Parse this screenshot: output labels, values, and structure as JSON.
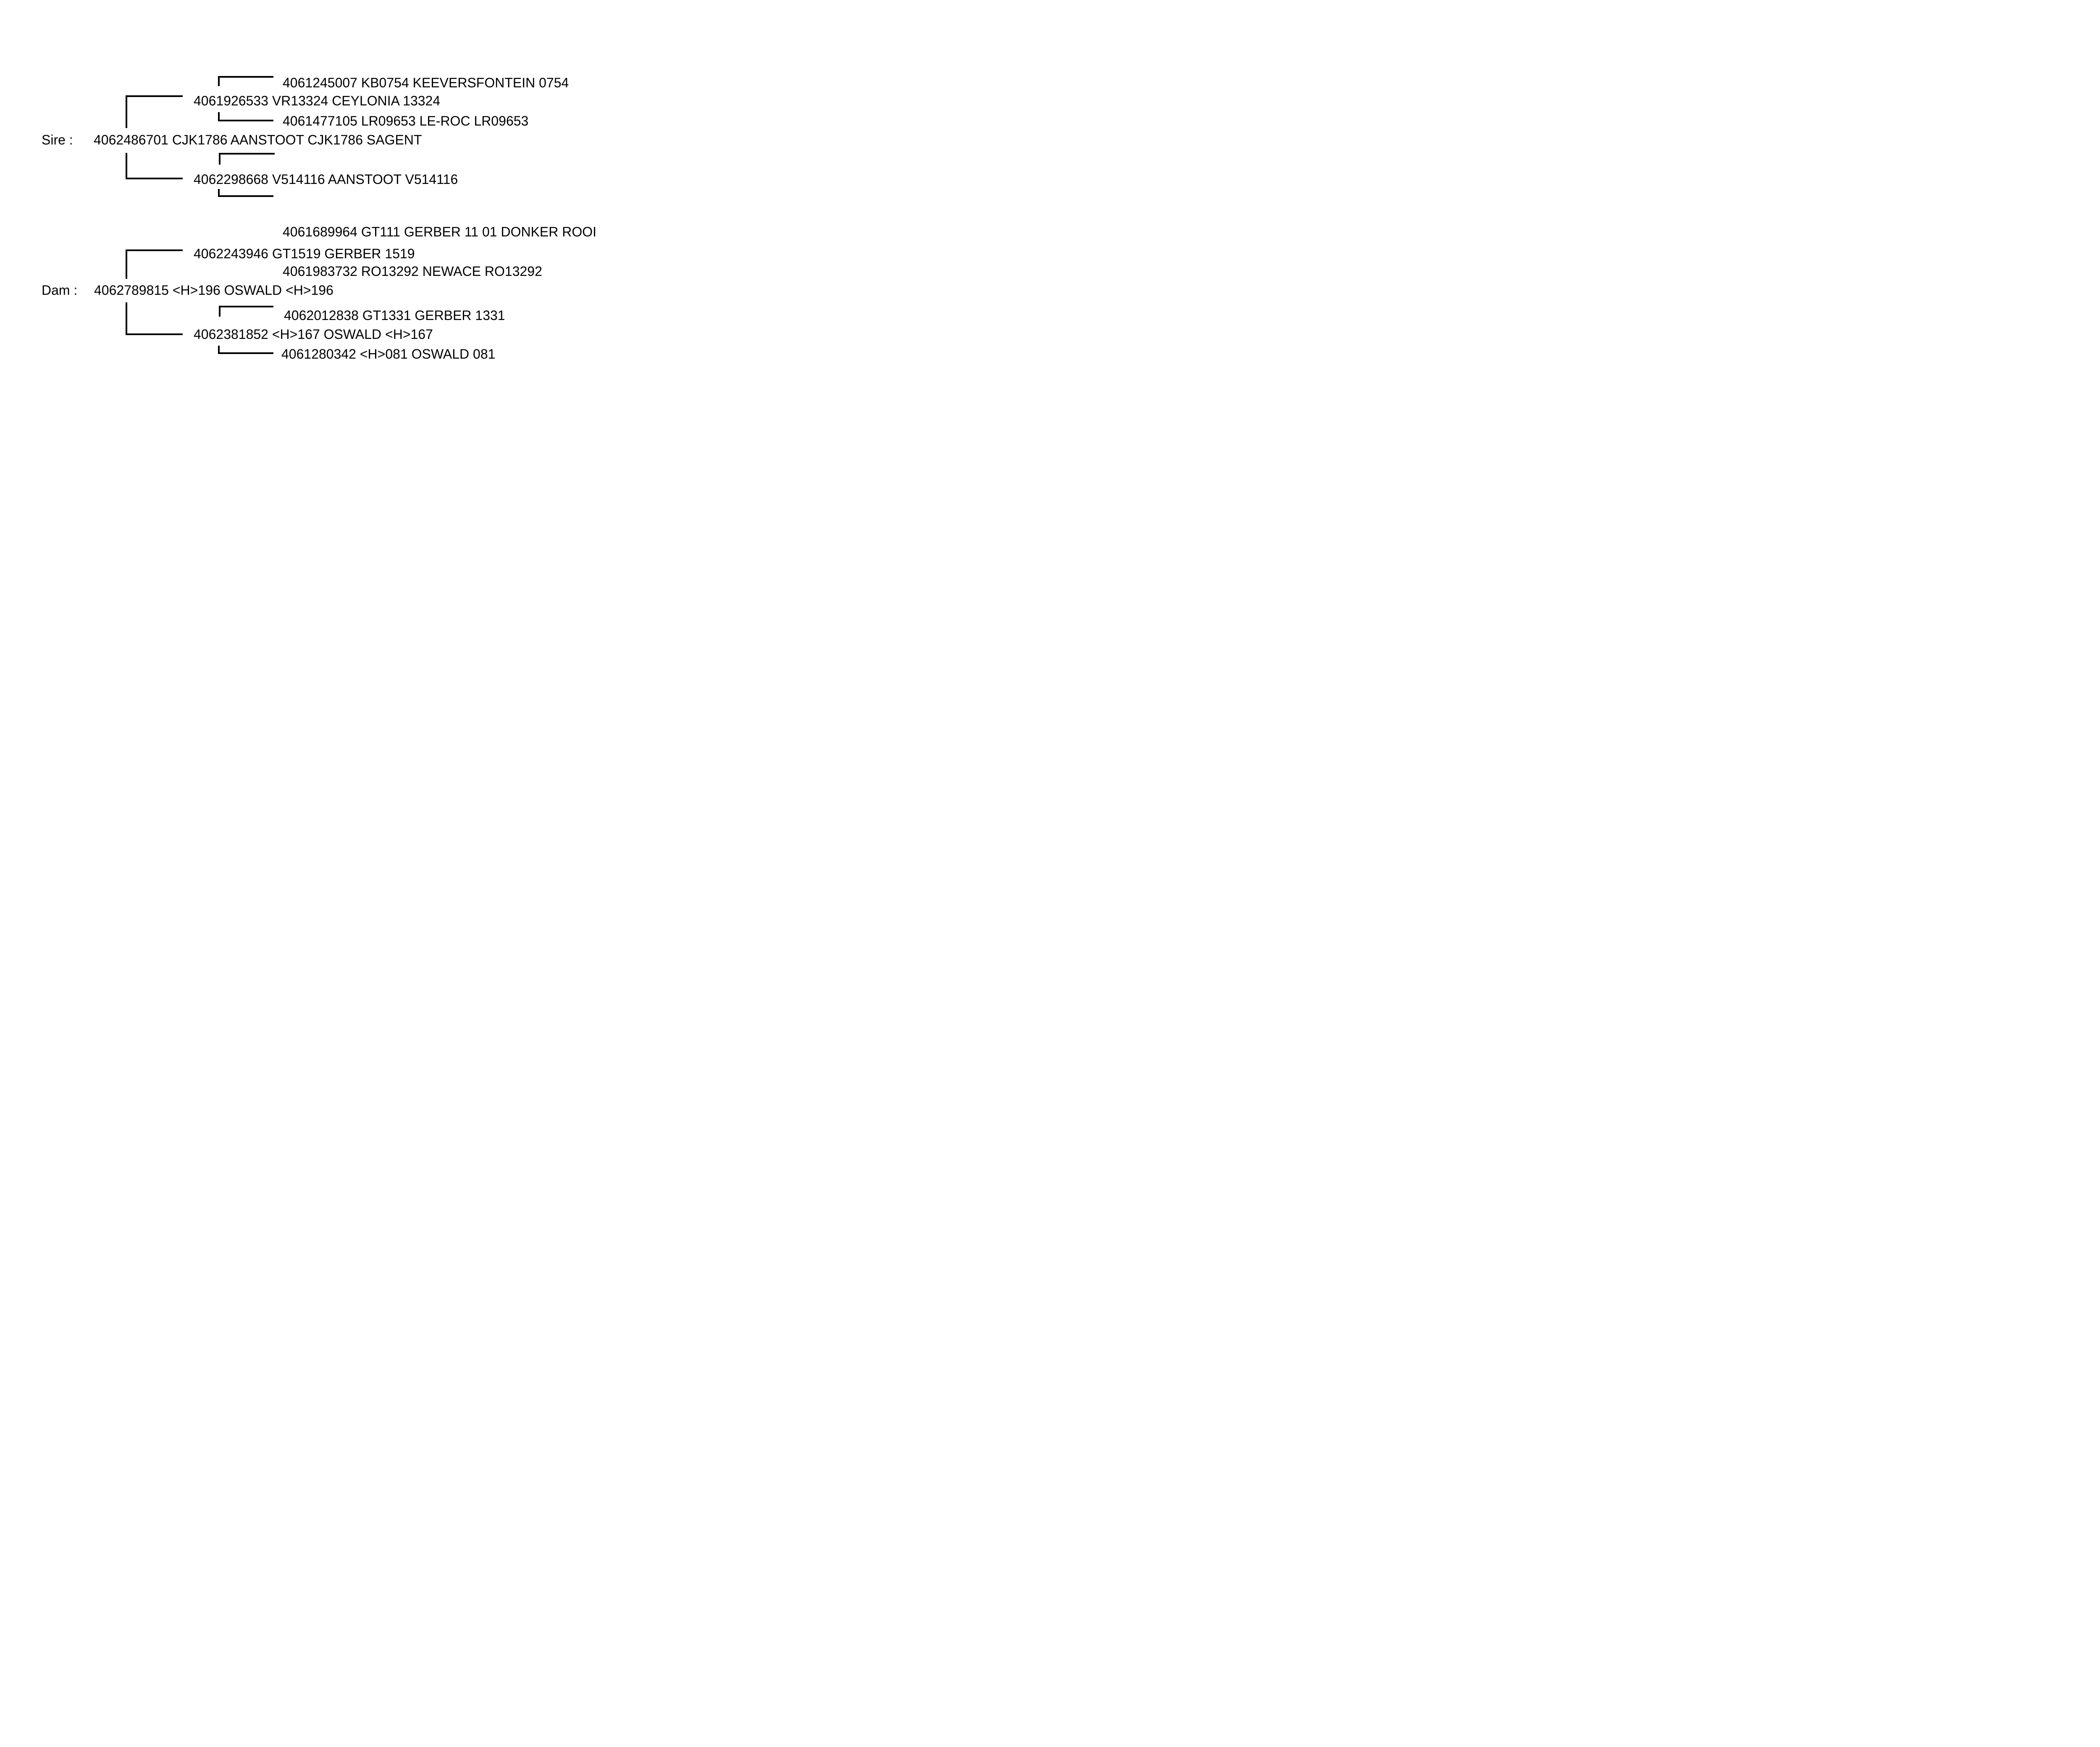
{
  "page": {
    "background_color": "#ffffff",
    "text_color": "#000000"
  },
  "pedigree": {
    "sire_section": {
      "label": "Sire :",
      "subject": {
        "text": "4062486701 CJK1786 AANSTOOT CJK1786 SAGENT"
      },
      "sire": {
        "text": "4061926533 VR13324 CEYLONIA 13324",
        "sire": {
          "text": "4061245007 KB0754 KEEVERSFONTEIN 0754"
        },
        "dam": {
          "text": "4061477105 LR09653 LE-ROC LR09653"
        }
      },
      "dam": {
        "text": "4062298668 V514116 AANSTOOT V514116",
        "sire": {
          "text": ""
        },
        "dam": {
          "text": ""
        }
      }
    },
    "dam_section": {
      "label": "Dam :",
      "subject": {
        "text": "4062789815 <H>196 OSWALD <H>196"
      },
      "sire": {
        "text": "4062243946 GT1519 GERBER 1519",
        "sire": {
          "text": "4061689964 GT111 GERBER 11 01 DONKER ROOI"
        },
        "dam": {
          "text": "4061983732 RO13292 NEWACE RO13292"
        }
      },
      "dam": {
        "text": "4062381852 <H>167 OSWALD <H>167",
        "sire": {
          "text": "4062012838 GT1331 GERBER 1331"
        },
        "dam": {
          "text": "4061280342 <H>081 OSWALD 081"
        }
      }
    }
  }
}
